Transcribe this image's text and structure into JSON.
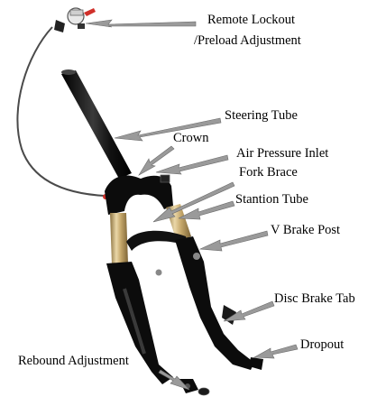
{
  "labels": {
    "remote_lockout_line1": "Remote Lockout",
    "remote_lockout_line2": "/Preload Adjustment",
    "steering_tube": "Steering Tube",
    "crown": "Crown",
    "air_pressure_inlet": "Air Pressure Inlet",
    "fork_brace": "Fork Brace",
    "stantion_tube": "Stantion Tube",
    "v_brake_post": "V Brake Post",
    "disc_brake_tab": "Disc Brake Tab",
    "dropout": "Dropout",
    "rebound_adjustment": "Rebound Adjustment"
  },
  "colors": {
    "fork_black": "#0c0c0c",
    "stanchion_gold": "#b89a5e",
    "stanchion_highlight": "#ead7a8",
    "arrow_fill": "#9a9a9a",
    "cable": "#4a4a4a",
    "accent_red": "#d0302a"
  }
}
